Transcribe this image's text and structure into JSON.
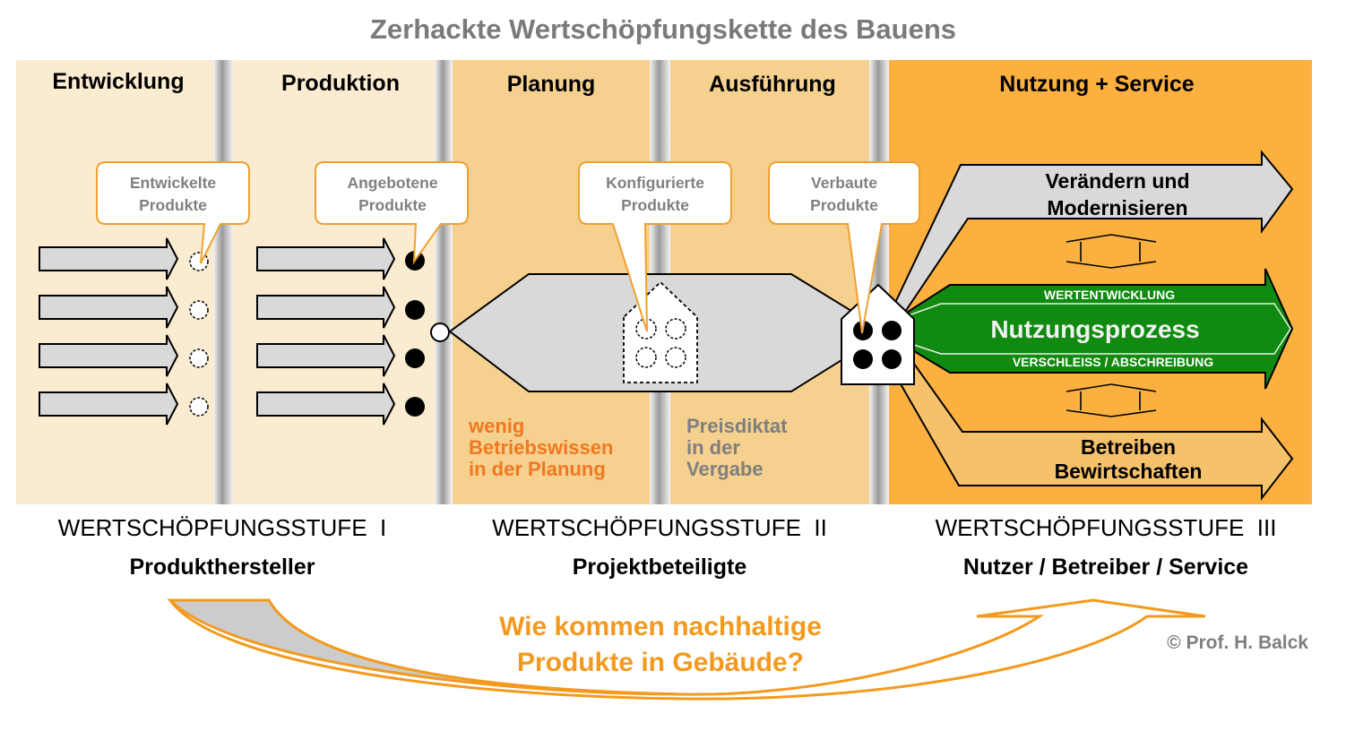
{
  "title": "Zerhackte Wertschöpfungskette des Bauens",
  "colors": {
    "phase_light": "#fbebd0",
    "phase_mid": "#f5d08f",
    "phase_strong": "#fbb040",
    "accent_orange": "#f39a1e",
    "green": "#108a10",
    "grey_shape": "#d9d9d9"
  },
  "phases": [
    {
      "label": "Entwicklung"
    },
    {
      "label": "Produktion"
    },
    {
      "label": "Planung"
    },
    {
      "label": "Ausführung"
    },
    {
      "label": "Nutzung + Service"
    }
  ],
  "callouts": [
    {
      "line1": "Entwickelte",
      "line2": "Produkte"
    },
    {
      "line1": "Angebotene",
      "line2": "Produkte"
    },
    {
      "line1": "Konfigurierte",
      "line2": "Produkte"
    },
    {
      "line1": "Verbaute",
      "line2": "Produkte"
    }
  ],
  "usage_arrows": {
    "top": {
      "line1": "Verändern und",
      "line2": "Modernisieren"
    },
    "middle": {
      "top_label": "WERTENTWICKLUNG",
      "main_label": "Nutzungsprozess",
      "bottom_label": "VERSCHLEISS / ABSCHREIBUNG"
    },
    "bottom": {
      "line1": "Betreiben",
      "line2": "Bewirtschaften"
    }
  },
  "notes": {
    "planning": [
      "wenig",
      "Betriebswissen",
      "in der Planung"
    ],
    "execution": [
      "Preisdiktat",
      "in der",
      "Vergabe"
    ]
  },
  "stages": [
    {
      "stage": "WERTSCHÖPFUNGSSTUFE  I",
      "actor": "Produkthersteller"
    },
    {
      "stage": "WERTSCHÖPFUNGSSTUFE  II",
      "actor": "Projektbeteiligte"
    },
    {
      "stage": "WERTSCHÖPFUNGSSTUFE  III",
      "actor": "Nutzer / Betreiber / Service"
    }
  ],
  "question": [
    "Wie kommen nachhaltige",
    "Produkte in Gebäude?"
  ],
  "copyright": "© Prof. H. Balck"
}
